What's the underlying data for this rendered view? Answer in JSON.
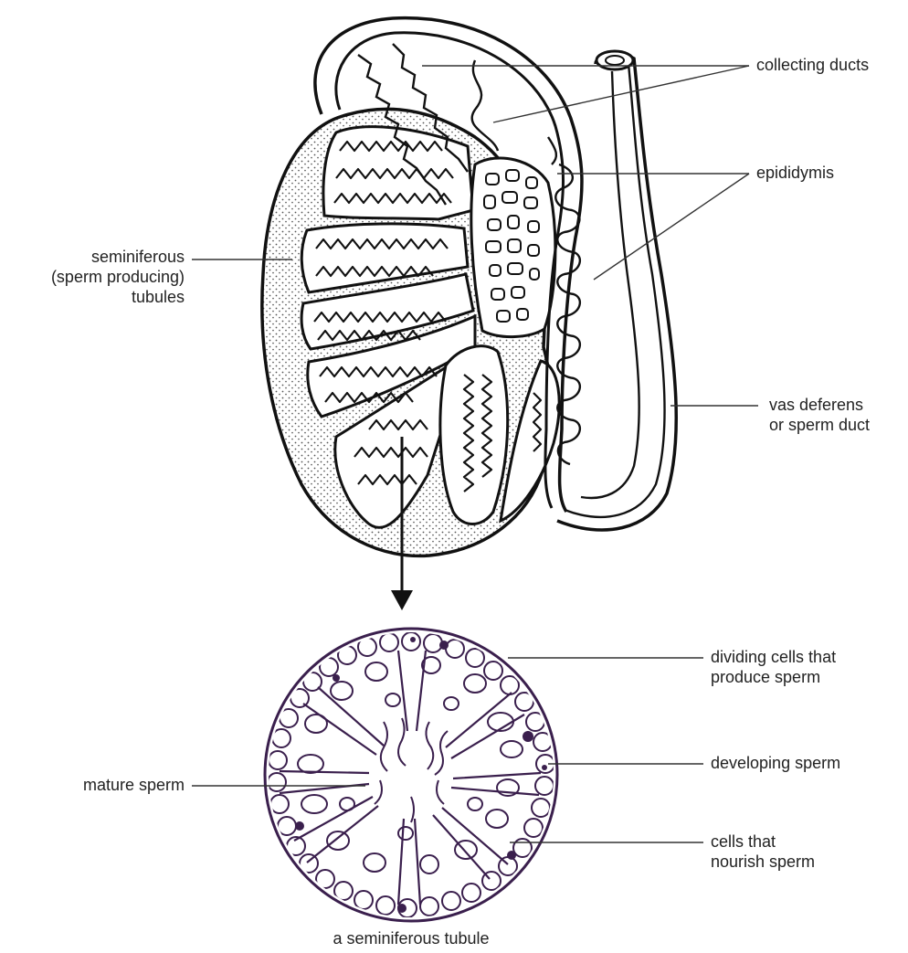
{
  "colors": {
    "ink": "#111111",
    "stipple": "#555555",
    "tubule_ink": "#3a1f4d",
    "label_text": "#222222",
    "leader_line": "#333333"
  },
  "labels": {
    "collecting_ducts": "collecting ducts",
    "epididymis": "epididymis",
    "seminiferous_line1": "seminiferous",
    "seminiferous_line2": "(sperm producing)",
    "seminiferous_line3": "tubules",
    "vas_deferens_line1": "vas deferens",
    "vas_deferens_line2": "or sperm duct",
    "dividing_cells_line1": "dividing cells that",
    "dividing_cells_line2": "produce sperm",
    "developing_sperm": "developing sperm",
    "mature_sperm": "mature sperm",
    "nourish_cells_line1": "cells that",
    "nourish_cells_line2": "nourish sperm",
    "caption": "a seminiferous tubule"
  }
}
